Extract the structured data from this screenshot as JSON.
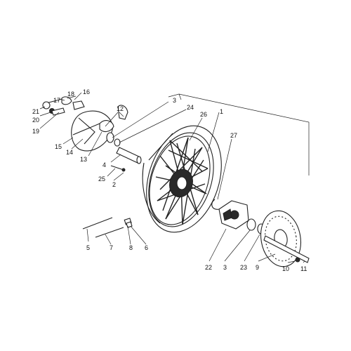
{
  "callouts": [
    {
      "id": "c18",
      "label": "18"
    },
    {
      "id": "c17",
      "label": "17"
    },
    {
      "id": "c16",
      "label": "16"
    },
    {
      "id": "c21",
      "label": "21"
    },
    {
      "id": "c20",
      "label": "20"
    },
    {
      "id": "c19",
      "label": "19"
    },
    {
      "id": "c15",
      "label": "15"
    },
    {
      "id": "c14",
      "label": "14"
    },
    {
      "id": "c13",
      "label": "13"
    },
    {
      "id": "c12",
      "label": "12"
    },
    {
      "id": "c3a",
      "label": "3"
    },
    {
      "id": "c24",
      "label": "24"
    },
    {
      "id": "c26",
      "label": "26"
    },
    {
      "id": "c1",
      "label": "1"
    },
    {
      "id": "c27",
      "label": "27"
    },
    {
      "id": "c4",
      "label": "4"
    },
    {
      "id": "c25",
      "label": "25"
    },
    {
      "id": "c2",
      "label": "2"
    },
    {
      "id": "c5",
      "label": "5"
    },
    {
      "id": "c7",
      "label": "7"
    },
    {
      "id": "c8",
      "label": "8"
    },
    {
      "id": "c6",
      "label": "6"
    },
    {
      "id": "c22",
      "label": "22"
    },
    {
      "id": "c3b",
      "label": "3"
    },
    {
      "id": "c23",
      "label": "23"
    },
    {
      "id": "c9",
      "label": "9"
    },
    {
      "id": "c10",
      "label": "10"
    },
    {
      "id": "c11",
      "label": "11"
    }
  ]
}
